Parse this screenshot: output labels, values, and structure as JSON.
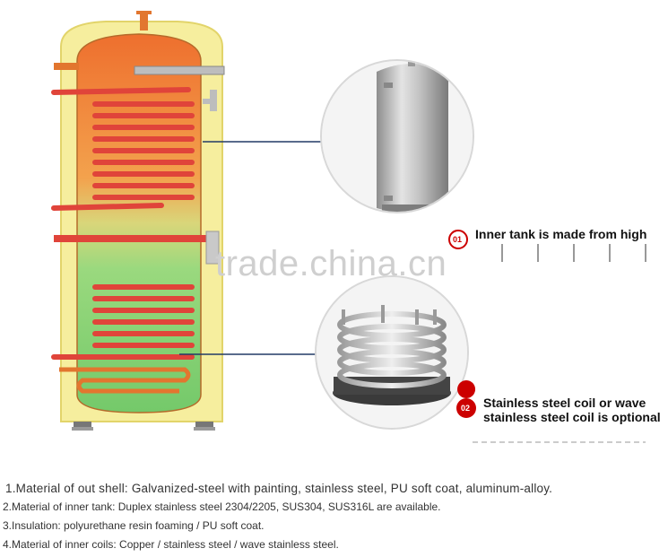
{
  "callouts": {
    "first": {
      "number": "01",
      "text": "Inner tank is made from high"
    },
    "second": {
      "number": "02",
      "text": "Stainless steel coil or wave stainless steel coil is optional"
    }
  },
  "watermark": "trade.china.cn",
  "specs": [
    "1.Material of out shell:  Galvanized-steel with painting, stainless steel, PU soft coat, aluminum-alloy.",
    "2.Material of inner tank: Duplex stainless steel 2304/2205, SUS304, SUS316L are available.",
    "3.Insulation: polyurethane resin foaming / PU soft coat.",
    "4.Material of inner coils: Copper / stainless steel / wave stainless steel."
  ],
  "colors": {
    "shell": "#f6ee9e",
    "hot_water": "#ef8a3a",
    "cold_water": "#8fd67a",
    "coil": "#e0443a",
    "steel": "#b8b8b8",
    "badge": "#cc0000"
  }
}
